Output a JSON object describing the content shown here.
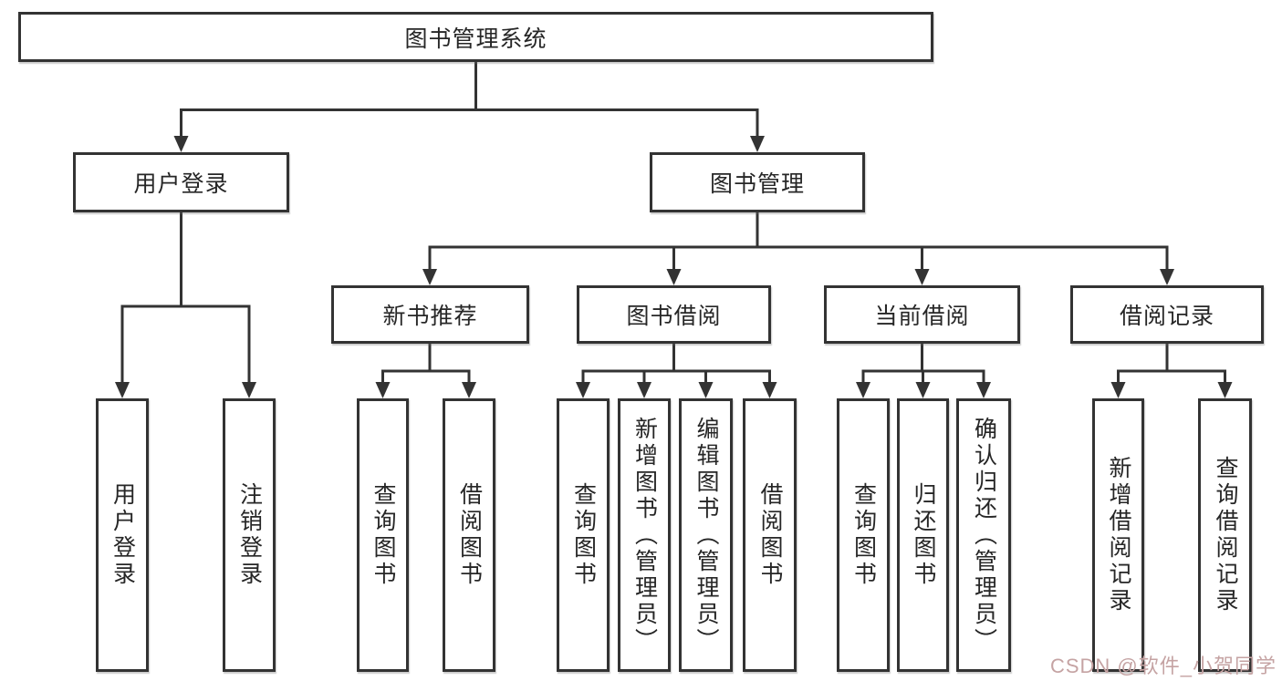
{
  "diagram": {
    "root": {
      "label": "图书管理系统",
      "children": [
        {
          "label": "用户登录",
          "children": [
            {
              "label": "用户登录"
            },
            {
              "label": "注销登录"
            }
          ]
        },
        {
          "label": "图书管理",
          "children": [
            {
              "label": "新书推荐",
              "children": [
                {
                  "label": "查询图书"
                },
                {
                  "label": "借阅图书"
                }
              ]
            },
            {
              "label": "图书借阅",
              "children": [
                {
                  "label": "查询图书"
                },
                {
                  "label": "新增图书（管理员）"
                },
                {
                  "label": "编辑图书（管理员）"
                },
                {
                  "label": "借阅图书"
                }
              ]
            },
            {
              "label": "当前借阅",
              "children": [
                {
                  "label": "查询图书"
                },
                {
                  "label": "归还图书"
                },
                {
                  "label": "确认归还（管理员）"
                }
              ]
            },
            {
              "label": "借阅记录",
              "children": [
                {
                  "label": "新增借阅记录"
                },
                {
                  "label": "查询借阅记录"
                }
              ]
            }
          ]
        }
      ]
    },
    "colors": {
      "line": "#333333",
      "box_border": "#333333",
      "text": "#262626",
      "background": "#ffffff"
    }
  },
  "watermark": {
    "text": "CSDN @软件_小贺同学",
    "color": "#c5a3a3"
  }
}
